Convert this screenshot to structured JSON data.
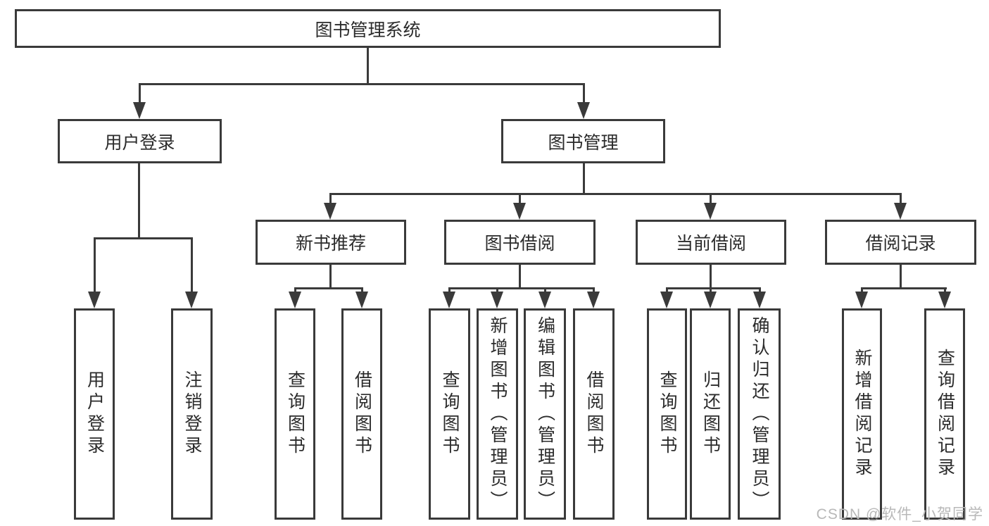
{
  "diagram": {
    "root": {
      "label": "图书管理系统"
    },
    "level2": [
      {
        "label": "用户登录"
      },
      {
        "label": "图书管理"
      }
    ],
    "level3": [
      {
        "label": "新书推荐"
      },
      {
        "label": "图书借阅"
      },
      {
        "label": "当前借阅"
      },
      {
        "label": "借阅记录"
      }
    ],
    "leaves": [
      {
        "parent": "用户登录",
        "label": "用户登录"
      },
      {
        "parent": "用户登录",
        "label": "注销登录"
      },
      {
        "parent": "新书推荐",
        "label": "查询图书"
      },
      {
        "parent": "新书推荐",
        "label": "借阅图书"
      },
      {
        "parent": "图书借阅",
        "label": "查询图书"
      },
      {
        "parent": "图书借阅",
        "label": "新增图书（管理员）"
      },
      {
        "parent": "图书借阅",
        "label": "编辑图书（管理员）"
      },
      {
        "parent": "图书借阅",
        "label": "借阅图书"
      },
      {
        "parent": "当前借阅",
        "label": "查询图书"
      },
      {
        "parent": "当前借阅",
        "label": "归还图书"
      },
      {
        "parent": "当前借阅",
        "label": "确认归还（管理员）"
      },
      {
        "parent": "借阅记录",
        "label": "新增借阅记录"
      },
      {
        "parent": "借阅记录",
        "label": "查询借阅记录"
      }
    ],
    "watermark": "CSDN @软件_小贺同学",
    "colors": {
      "line": "#3a3a3a",
      "text": "#2b2b2b",
      "watermark": "#b8b8b8",
      "background": "#ffffff"
    }
  }
}
